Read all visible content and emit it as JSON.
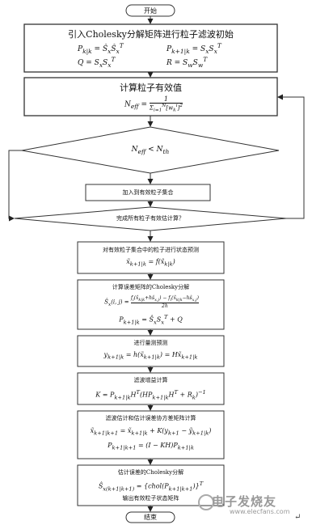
{
  "start": "开始",
  "end": "结束",
  "init": {
    "title": "引入Cholesky分解矩阵进行粒子滤波初始",
    "eq1a": "P_{k|k} = Ŝ_x Ŝ_x^T",
    "eq1b": "P_{k+1|k} = S_x S_x^T",
    "eq2a": "Q = S_x S_x^T",
    "eq2b": "R = S_w S_w^T"
  },
  "neff": {
    "title": "计算粒子有效值",
    "eq": "N_eff = 1 / Σ_{i=1}^{N} [w_k^i]^2"
  },
  "decision1": "N_eff < N_th",
  "add": "加入到有效粒子集合",
  "decision2": "完成所有粒子有效估计算？",
  "predict": {
    "title": "对有效粒子集合中的粒子进行状态预测",
    "eq": "x̃_{k+1|k} = f(x̂_{k|k})"
  },
  "cholesky": {
    "title": "计算误差矩阵的Cholesky分解",
    "eq1": "Ŝ_x(i,j) = [f_i(x̂_{k|k}+hŝ_{x,j}) − f_i(x̂_{k|k}−hŝ_{x,j})] / 2h",
    "eq2": "P_{k+1|k} = Ŝ_x S_x^T + Q"
  },
  "measure": {
    "title": "进行量测预测",
    "eq": "y_{k+1|k} = h(x̃_{k+1|k}) = H x̃_{k+1|k}"
  },
  "gain": {
    "title": "滤波增益计算",
    "eq": "K = P_{k+1|k} H^T (H P_{k+1|k} H^T + R_k)^{-1}"
  },
  "update": {
    "title": "滤波估计和估计误差协方差矩阵计算",
    "eq1": "x̃_{k+1|k+1} = x̃_{k+1|k} + K(y_{k+1} − ỹ_{k+1|k})",
    "eq2": "P_{k+1|k+1} = (I − KH) P_{k+1|k}"
  },
  "final": {
    "title": "估计误差的Cholesky分解",
    "eq": "Ŝ_{x(k+1|k+1)} = {chol(P_{k+1|k+1})}^T",
    "output": "输出有效粒子状态矩阵"
  },
  "watermark": {
    "brand": "电子发烧友",
    "site": "www.elecfans.com"
  }
}
